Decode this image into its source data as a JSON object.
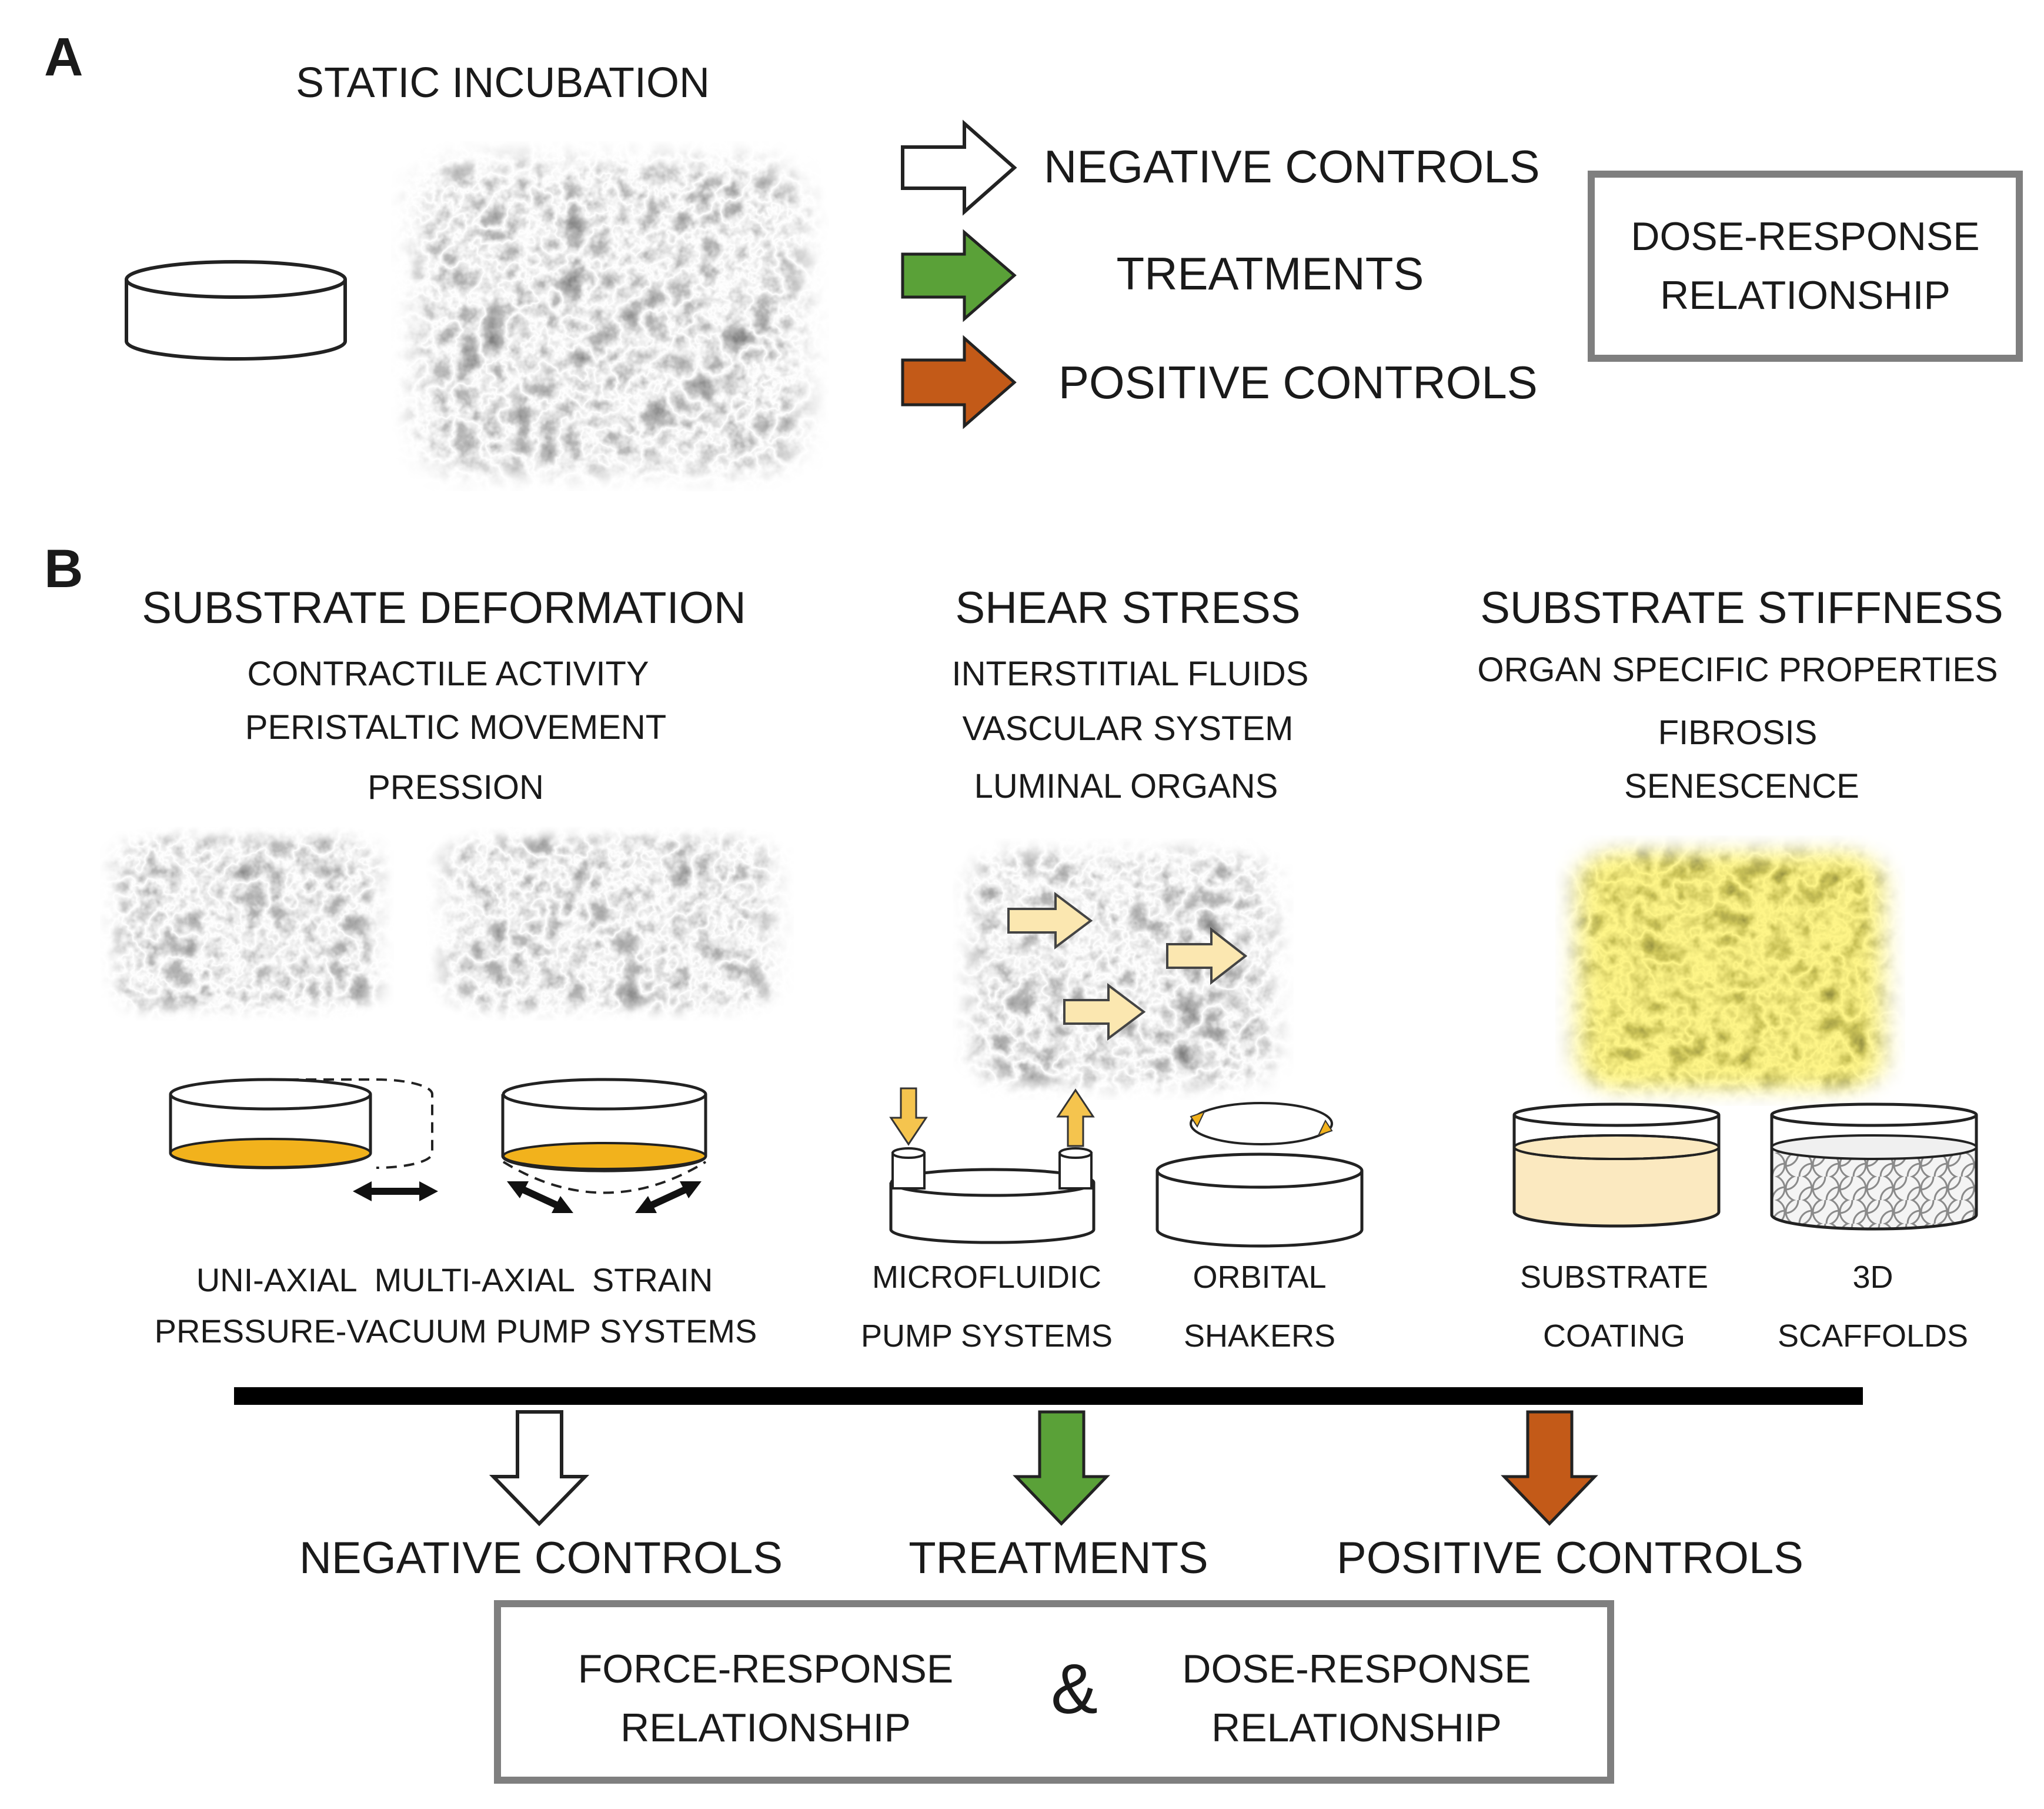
{
  "colors": {
    "treatment_green": "#5aa138",
    "positive_orange": "#c35a18",
    "negative_white": "#ffffff",
    "box_border_gray": "#7f7f7f",
    "media_yellow": "#f2b21c",
    "coating_cream": "#fbe9c0",
    "flow_arrow": "#fbe7b0",
    "stiff_network_yellow": "#e8dc40"
  },
  "panel_a": {
    "label": "A",
    "title": "STATIC INCUBATION",
    "outcomes": [
      "NEGATIVE CONTROLS",
      "TREATMENTS",
      "POSITIVE CONTROLS"
    ],
    "result_box": [
      "DOSE-RESPONSE",
      "RELATIONSHIP"
    ]
  },
  "panel_b": {
    "label": "B",
    "deformation": {
      "title": "SUBSTRATE DEFORMATION",
      "examples": [
        "CONTRACTILE ACTIVITY",
        "PERISTALTIC MOVEMENT",
        "PRESSION"
      ],
      "caption_line1": "UNI-AXIAL  MULTI-AXIAL  STRAIN",
      "caption_line2": "PRESSURE-VACUUM PUMP SYSTEMS"
    },
    "shear": {
      "title": "SHEAR STRESS",
      "examples": [
        "INTERSTITIAL FLUIDS",
        "VASCULAR SYSTEM",
        "LUMINAL ORGANS"
      ],
      "device_left": [
        "MICROFLUIDIC",
        "PUMP SYSTEMS"
      ],
      "device_right": [
        "ORBITAL",
        "SHAKERS"
      ]
    },
    "stiffness": {
      "title": "SUBSTRATE STIFFNESS",
      "examples": [
        "ORGAN SPECIFIC PROPERTIES",
        "FIBROSIS",
        "SENESCENCE"
      ],
      "device_left": [
        "SUBSTRATE",
        "COATING"
      ],
      "device_right": [
        "3D",
        "SCAFFOLDS"
      ]
    },
    "outcomes": [
      "NEGATIVE CONTROLS",
      "TREATMENTS",
      "POSITIVE CONTROLS"
    ],
    "result_left": [
      "FORCE-RESPONSE",
      "RELATIONSHIP"
    ],
    "ampersand": "&",
    "result_right": [
      "DOSE-RESPONSE",
      "RELATIONSHIP"
    ]
  }
}
